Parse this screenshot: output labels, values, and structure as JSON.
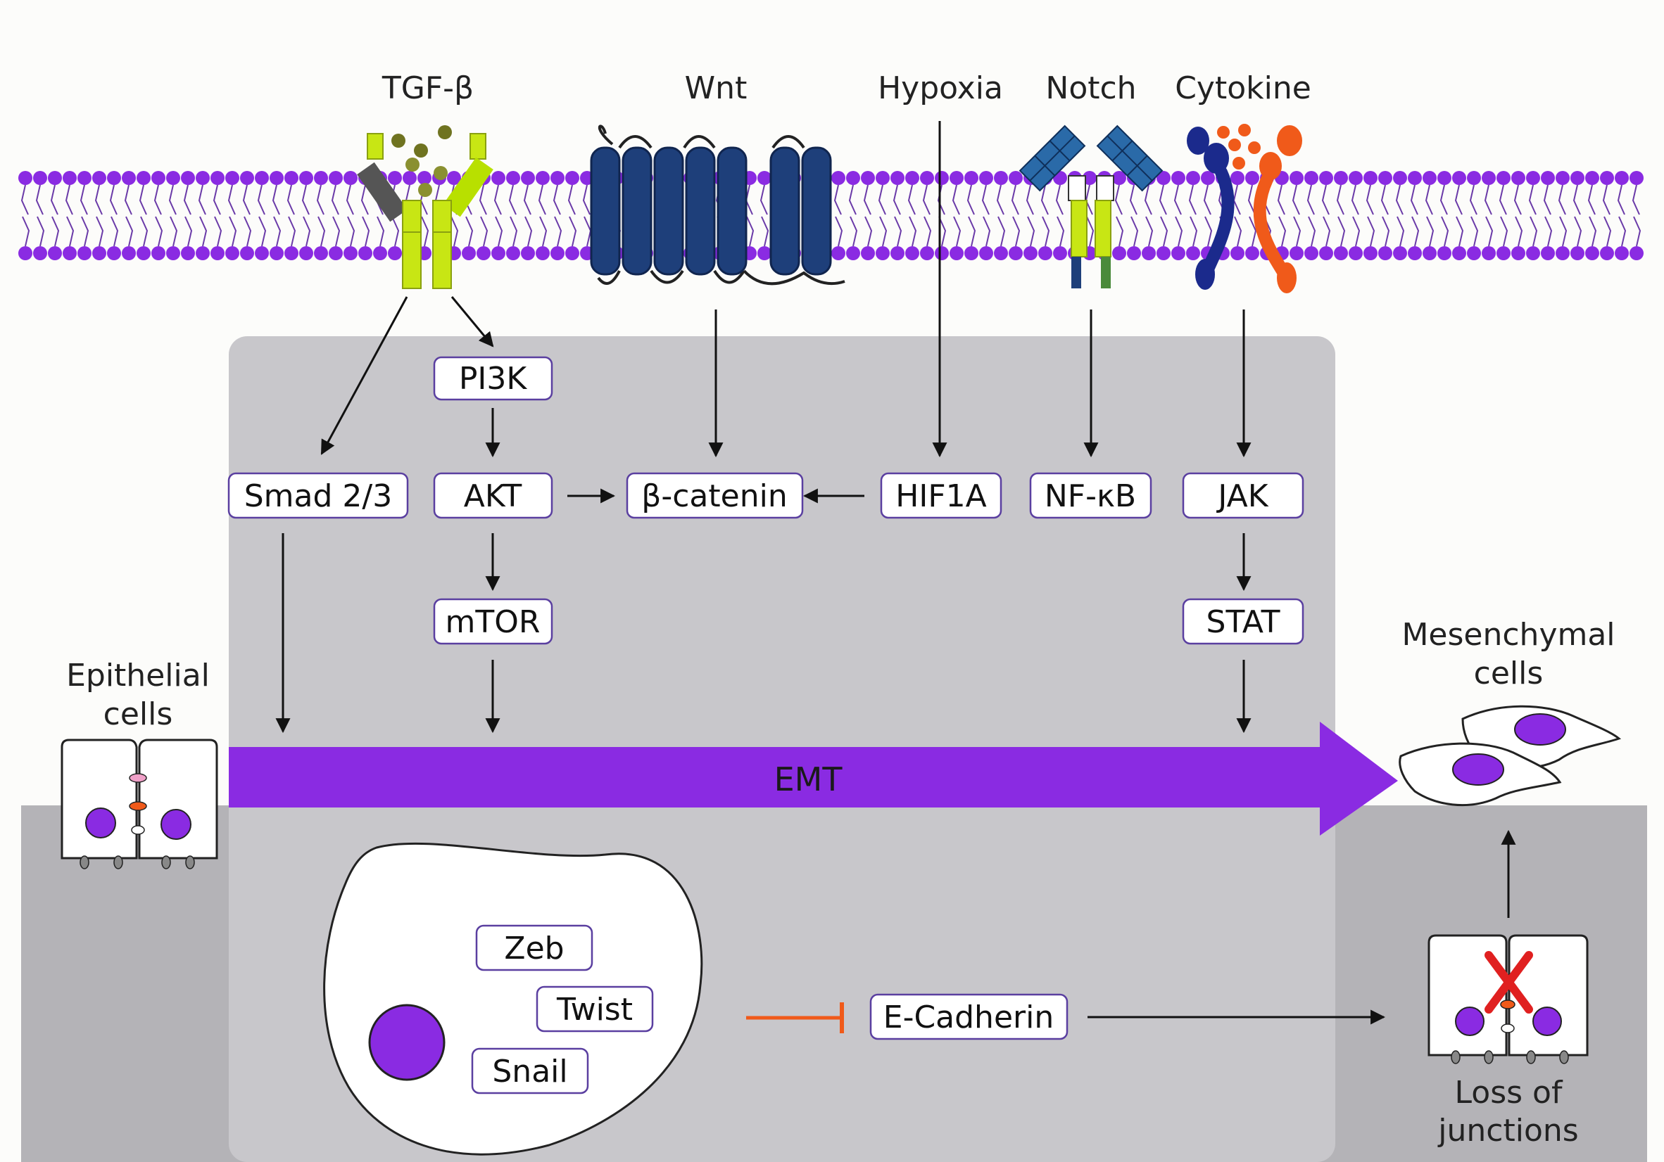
{
  "signals": {
    "tgfb": "TGF-β",
    "wnt": "Wnt",
    "hypoxia": "Hypoxia",
    "notch": "Notch",
    "cytokine": "Cytokine"
  },
  "nodes": {
    "pi3k": "PI3K",
    "smad": "Smad 2/3",
    "akt": "AKT",
    "bcatenin": "β-catenin",
    "hif1a": "HIF1A",
    "nfkb": "NF-κB",
    "jak": "JAK",
    "mtor": "mTOR",
    "stat": "STAT",
    "zeb": "Zeb",
    "twist": "Twist",
    "snail": "Snail",
    "ecadherin": "E-Cadherin"
  },
  "emt_label": "EMT",
  "cells": {
    "epithelial_line1": "Epithelial",
    "epithelial_line2": "cells",
    "mesenchymal_line1": "Mesenchymal",
    "mesenchymal_line2": "cells",
    "loss_line1": "Loss of",
    "loss_line2": "junctions"
  },
  "colors": {
    "membrane": "#8a2be2",
    "emt_arrow": "#8a2be2",
    "nucleus": "#8a2be2",
    "receptor_green": "#c8e614",
    "wnt_receptor": "#1e3f7a",
    "notch_receptor": "#2a6aa8",
    "cytokine_blue": "#1b2a8c",
    "cytokine_orange": "#f05a1a",
    "inhibition": "#f05a1a",
    "loss_cross": "#e02020",
    "cytoplasm": "#c8c7cb",
    "outer_grey": "#b4b3b7"
  }
}
